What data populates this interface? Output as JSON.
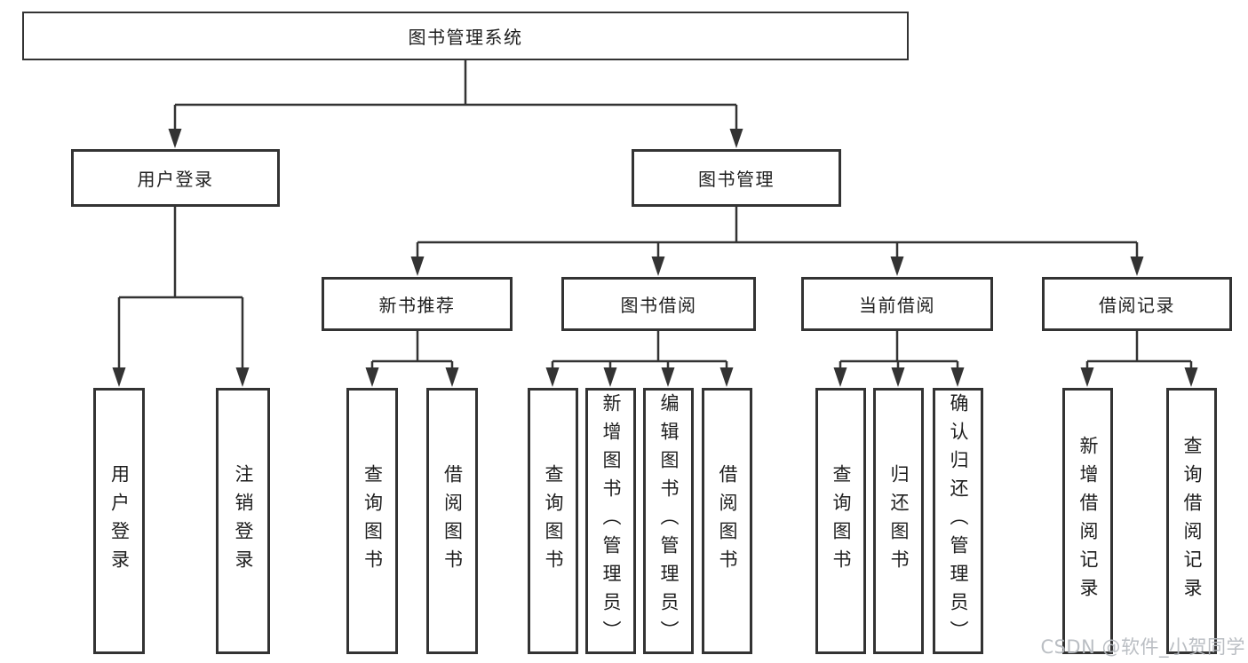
{
  "diagram": {
    "root": {
      "label": "图书管理系统"
    },
    "branches": [
      {
        "label": "用户登录",
        "children": [
          {
            "label": "用户登录"
          },
          {
            "label": "注销登录"
          }
        ]
      },
      {
        "label": "图书管理",
        "children": [
          {
            "label": "新书推荐",
            "children": [
              {
                "label": "查询图书"
              },
              {
                "label": "借阅图书"
              }
            ]
          },
          {
            "label": "图书借阅",
            "children": [
              {
                "label": "查询图书"
              },
              {
                "label": "新增图书（管理员）"
              },
              {
                "label": "编辑图书（管理员）"
              },
              {
                "label": "借阅图书"
              }
            ]
          },
          {
            "label": "当前借阅",
            "children": [
              {
                "label": "查询图书"
              },
              {
                "label": "归还图书"
              },
              {
                "label": "确认归还（管理员）"
              }
            ]
          },
          {
            "label": "借阅记录",
            "children": [
              {
                "label": "新增借阅记录"
              },
              {
                "label": "查询借阅记录"
              }
            ]
          }
        ]
      }
    ]
  },
  "watermark": {
    "text": "CSDN @软件_小贺同学",
    "color": "#b6bbc0"
  },
  "colors": {
    "line": "#333333",
    "box_border": "#333333",
    "box_fill": "#ffffff",
    "text": "#1e1e1e",
    "background": "#ffffff"
  }
}
